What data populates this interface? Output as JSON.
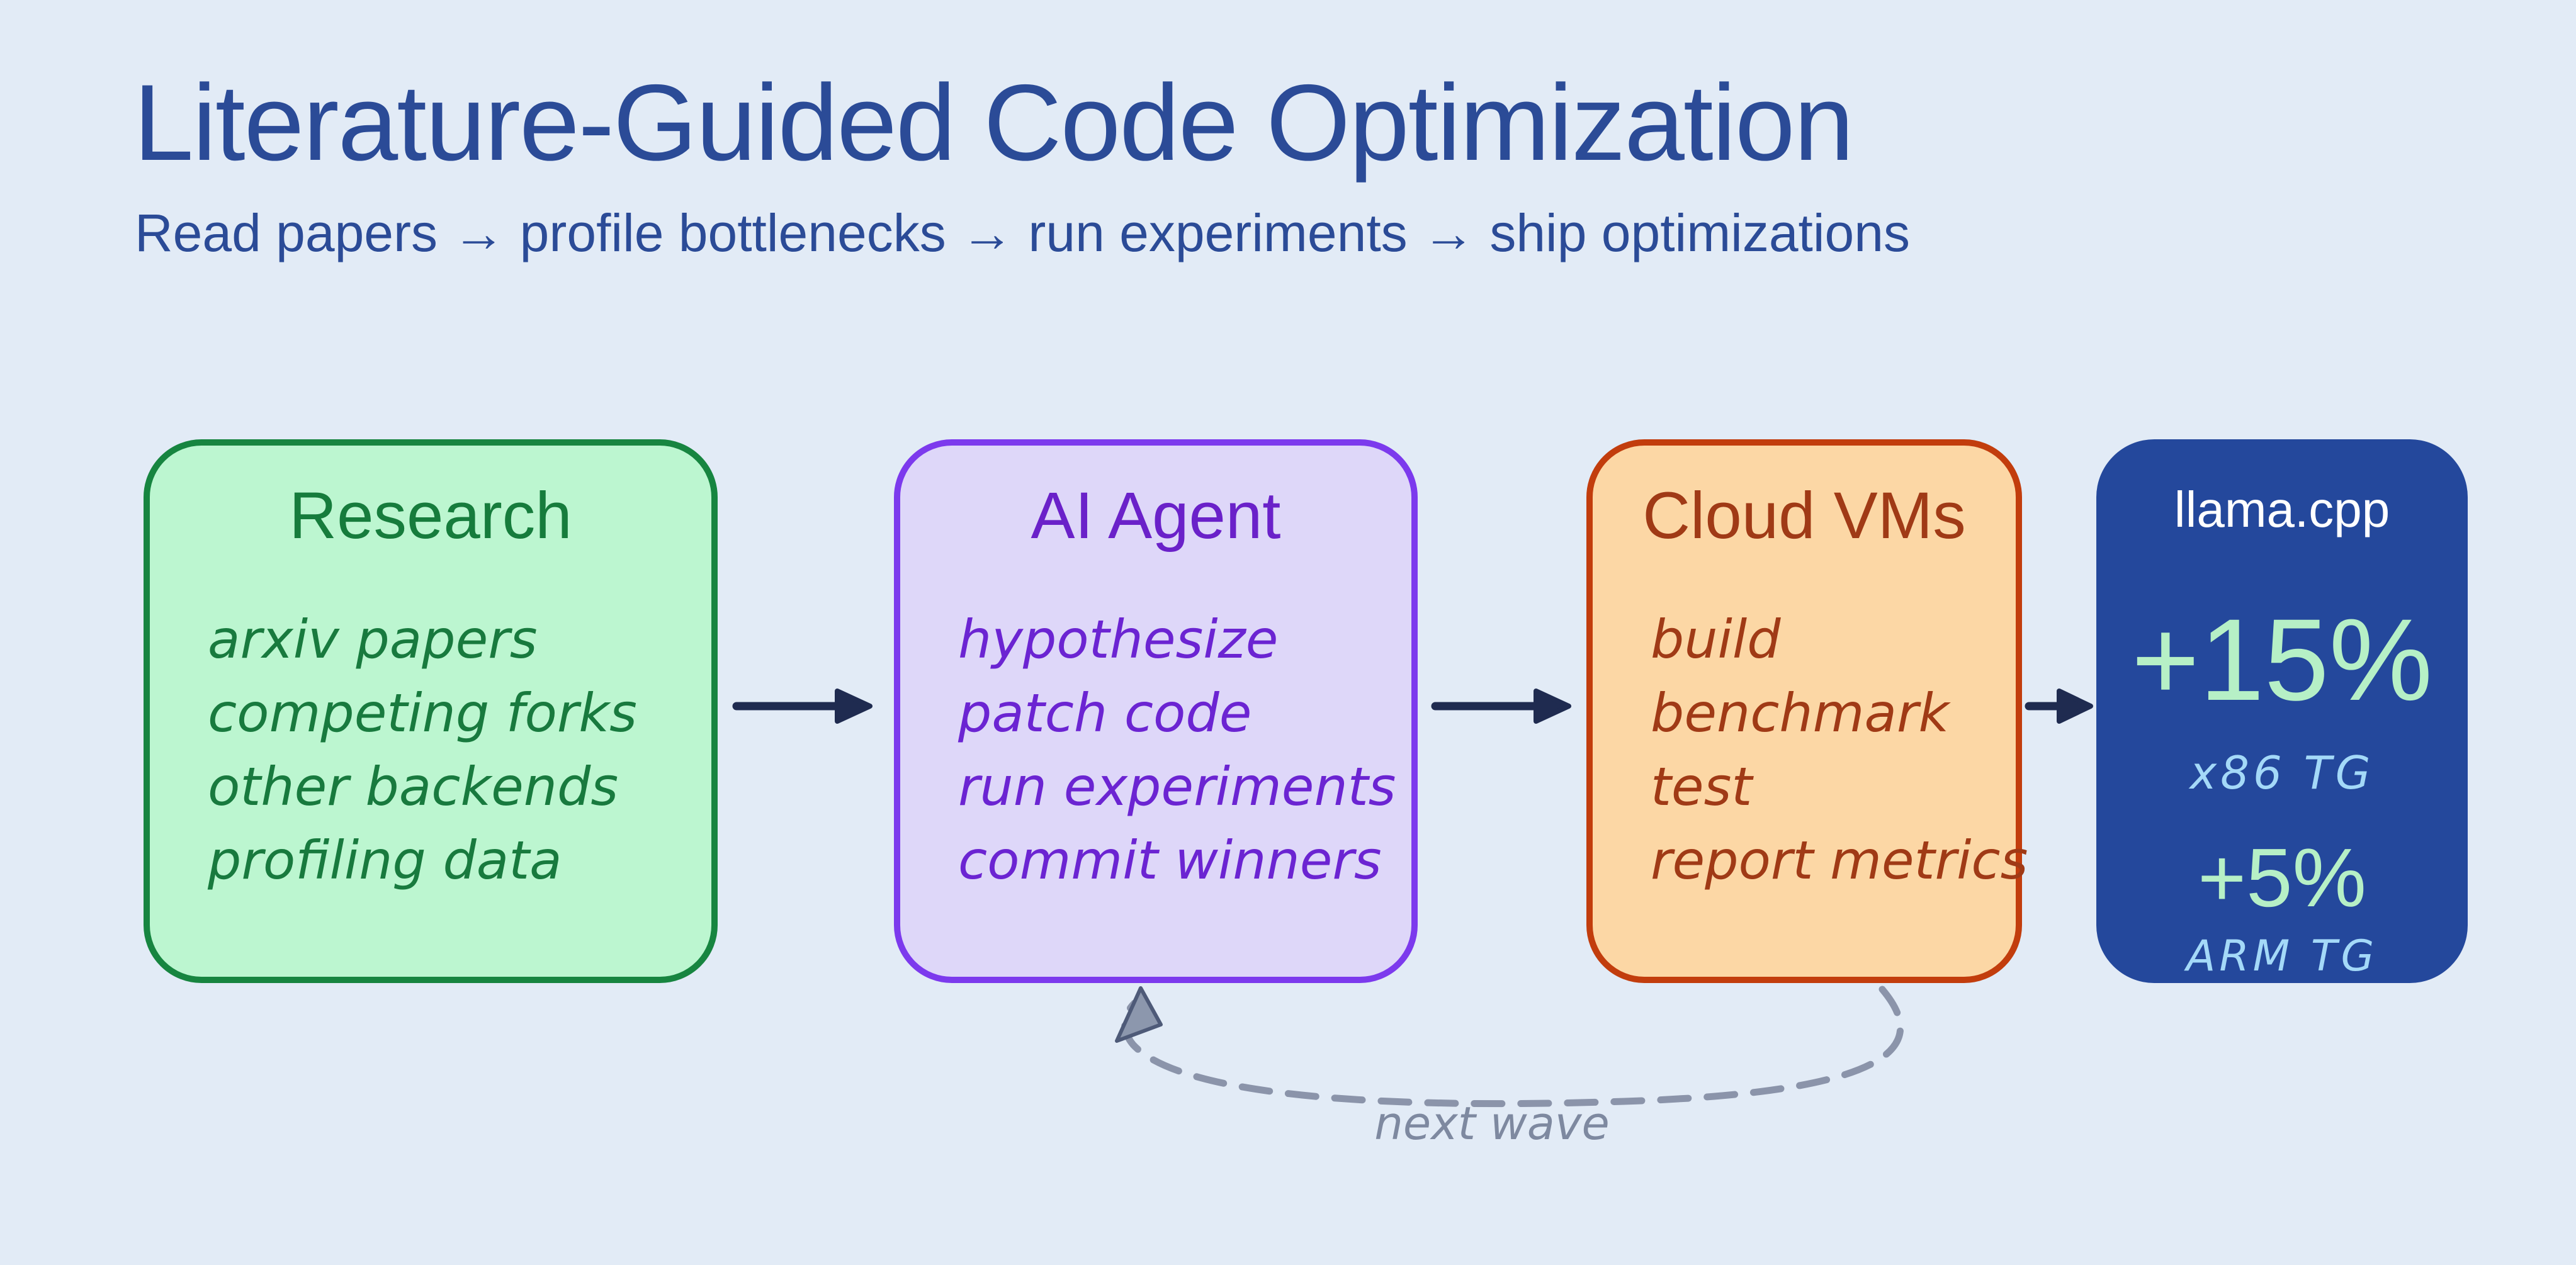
{
  "page": {
    "title": "Literature-Guided Code Optimization",
    "subtitle": "Read papers → profile bottlenecks → run experiments → ship optimizations",
    "background_color": "#e2ebf6",
    "heading_color": "#2b4b97",
    "flow_arrow_color": "#1f2b50"
  },
  "cards": [
    {
      "id": "research",
      "title": "Research",
      "items": [
        "arxiv papers",
        "competing forks",
        "other backends",
        "profiling data"
      ],
      "fill": "#bcf6d0",
      "border": "#178540",
      "text_color": "#187a3e"
    },
    {
      "id": "ai-agent",
      "title": "AI Agent",
      "items": [
        "hypothesize",
        "patch code",
        "run experiments",
        "commit winners"
      ],
      "fill": "#ded7f9",
      "border": "#7c3aed",
      "text_color": "#6b24d2"
    },
    {
      "id": "cloud-vms",
      "title": "Cloud VMs",
      "items": [
        "build",
        "benchmark",
        "test",
        "report metrics"
      ],
      "fill": "#fcd7a5",
      "border": "#c23d0d",
      "text_color": "#a03a16"
    },
    {
      "id": "llama-cpp",
      "title": "llama.cpp",
      "fill": "#24489c",
      "title_color": "#ffffff",
      "metrics": [
        {
          "value": "+15%",
          "label": "x86 TG",
          "value_color": "#b6f0c6",
          "label_color": "#a4d9f8"
        },
        {
          "value": "+5%",
          "label": "ARM TG",
          "value_color": "#b6f0c6",
          "label_color": "#a4d9f8"
        }
      ]
    }
  ],
  "loop": {
    "label": "next wave",
    "stroke_color": "#8b94aa",
    "label_color": "#7e89a0"
  }
}
